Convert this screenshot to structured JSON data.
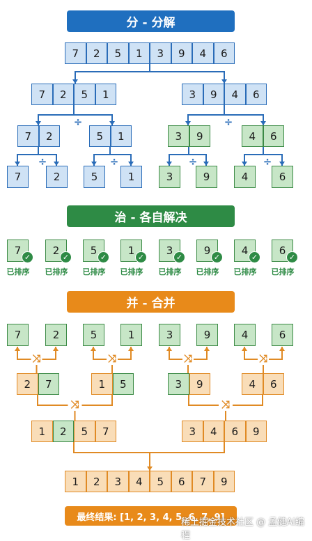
{
  "divide": {
    "title": "分 - 分解",
    "level0": [
      "7",
      "2",
      "5",
      "1",
      "3",
      "9",
      "4",
      "6"
    ],
    "level1": [
      [
        "7",
        "2",
        "5",
        "1"
      ],
      [
        "3",
        "9",
        "4",
        "6"
      ]
    ],
    "level2": [
      [
        "7",
        "2"
      ],
      [
        "5",
        "1"
      ],
      [
        "3",
        "9"
      ],
      [
        "4",
        "6"
      ]
    ],
    "level3": [
      "7",
      "2",
      "5",
      "1",
      "3",
      "9",
      "4",
      "6"
    ],
    "divide_symbol": "÷"
  },
  "conquer": {
    "title": "治 - 各自解决",
    "items": [
      {
        "value": "7",
        "label": "已排序"
      },
      {
        "value": "2",
        "label": "已排序"
      },
      {
        "value": "5",
        "label": "已排序"
      },
      {
        "value": "1",
        "label": "已排序"
      },
      {
        "value": "3",
        "label": "已排序"
      },
      {
        "value": "9",
        "label": "已排序"
      },
      {
        "value": "4",
        "label": "已排序"
      },
      {
        "value": "6",
        "label": "已排序"
      }
    ],
    "check_mark": "✓"
  },
  "merge": {
    "title": "并 - 合并",
    "singles": [
      "7",
      "2",
      "5",
      "1",
      "3",
      "9",
      "4",
      "6"
    ],
    "pairs": [
      [
        "2",
        "7"
      ],
      [
        "1",
        "5"
      ],
      [
        "3",
        "9"
      ],
      [
        "4",
        "6"
      ]
    ],
    "quads": [
      [
        "1",
        "2",
        "5",
        "7"
      ],
      [
        "3",
        "4",
        "6",
        "9"
      ]
    ],
    "final": [
      "1",
      "2",
      "3",
      "4",
      "5",
      "6",
      "7",
      "9"
    ],
    "shuffle_symbol": "⤨"
  },
  "result_text": "最终结果: [1, 2, 3, 4, 5, 6, 7, 9]",
  "watermark": "稀土掘金技术社区 @ 孟健AI编程",
  "colors": {
    "blue": "#1f6fbf",
    "green": "#2e8b45",
    "orange": "#e88a1a"
  }
}
